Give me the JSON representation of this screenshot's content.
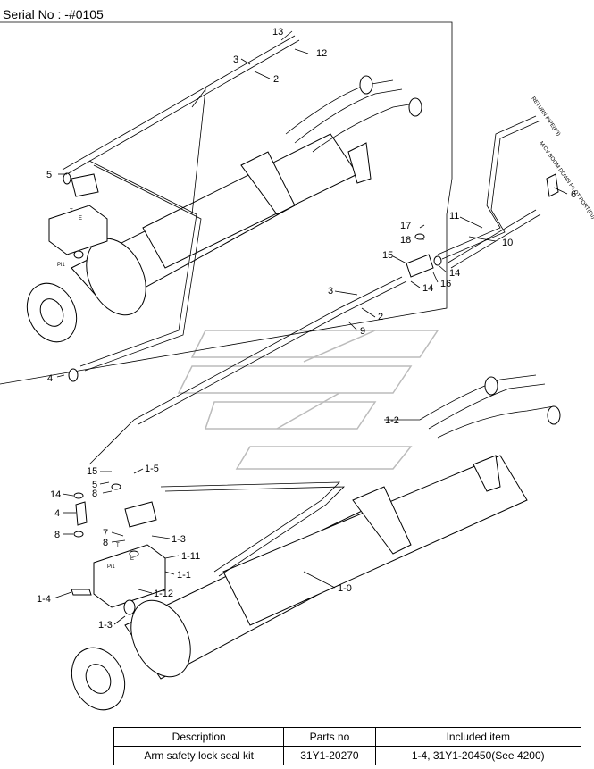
{
  "serial": "Serial No : -#0105",
  "callouts": {
    "c1": "13",
    "c2": "12",
    "c3": "3",
    "c4": "2",
    "c5": "5",
    "c6": "4",
    "c7": "17",
    "c8": "18",
    "c9": "11",
    "c10": "10",
    "c11": "6",
    "c12": "15",
    "c13": "14",
    "c14": "16",
    "c15": "14",
    "c16": "3",
    "c17": "2",
    "c18": "9",
    "c19": "1-2",
    "c20": "1-5",
    "c21": "15",
    "c22": "5",
    "c23": "14",
    "c24": "8",
    "c25": "4",
    "c26": "8",
    "c27": "7",
    "c28": "8",
    "c29": "1-3",
    "c30": "1-11",
    "c31": "1-1",
    "c32": "1-4",
    "c33": "1-12",
    "c34": "1-3",
    "c35": "1-0"
  },
  "annotations": {
    "return_pipe": "RETURN PIPE(P3)",
    "pilot_port": "M/CV BOOM DOWN PILOT PORT(Pu)",
    "pi1_top": "Pi1",
    "pi1_bottom": "Pi1",
    "t_top": "T",
    "t_bottom": "T",
    "e_top": "E",
    "e_bottom": "E"
  },
  "table": {
    "headers": [
      "Description",
      "Parts no",
      "Included item"
    ],
    "rows": [
      [
        "Arm safety lock seal kit",
        "31Y1-20270",
        "1-4, 31Y1-20450(See 4200)"
      ]
    ]
  }
}
